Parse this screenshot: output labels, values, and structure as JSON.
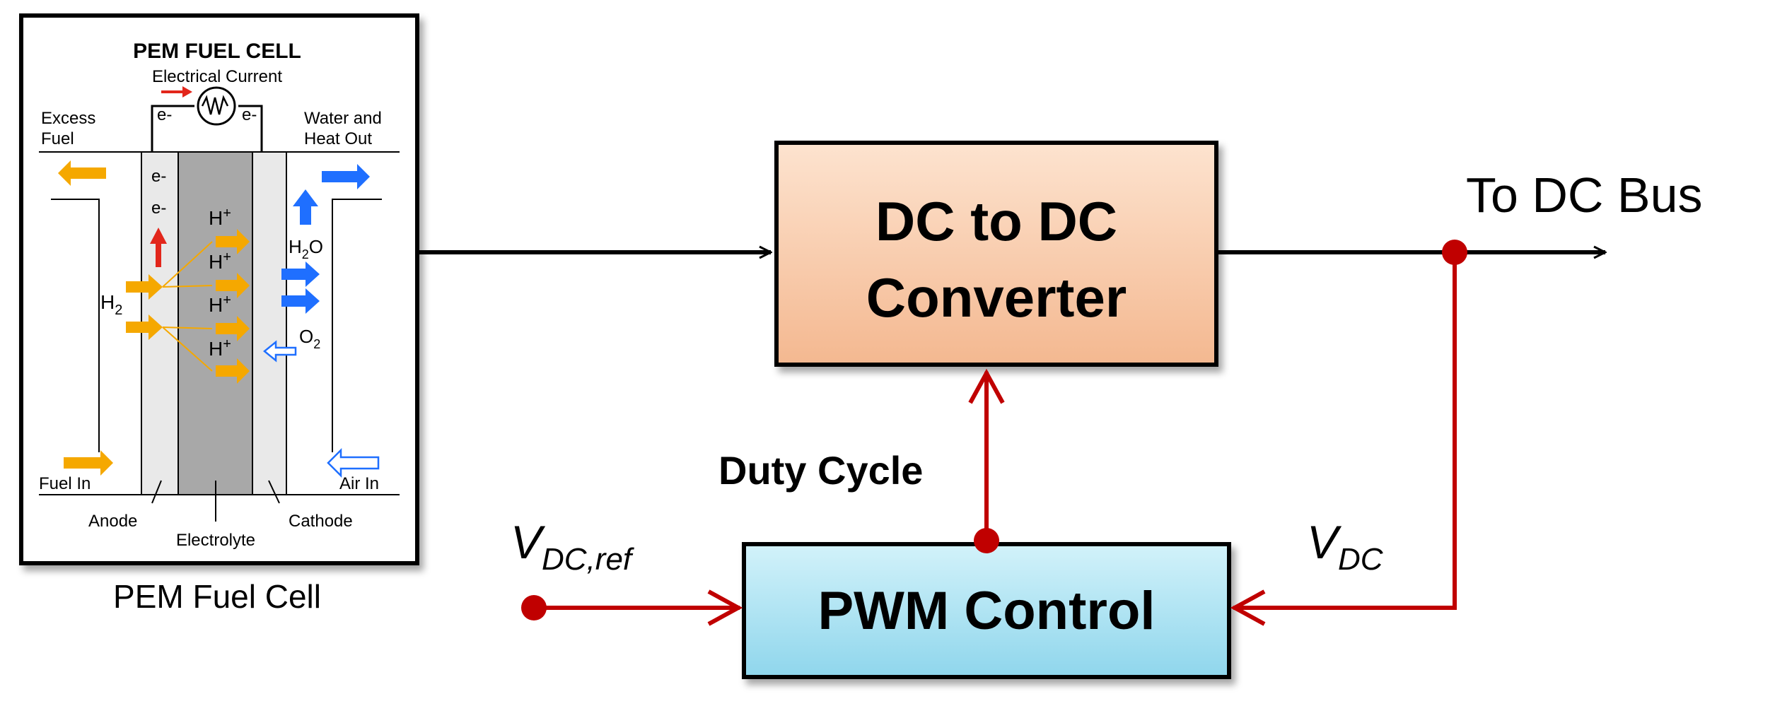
{
  "fuel_cell": {
    "title": "PEM FUEL CELL",
    "current_label": "Electrical Current",
    "electron": "e-",
    "excess_fuel_1": "Excess",
    "excess_fuel_2": "Fuel",
    "water_heat_1": "Water and",
    "water_heat_2": "Heat Out",
    "hydrogen": "H",
    "hydrogen_sub": "2",
    "proton": "H",
    "proton_sup": "+",
    "water": "H",
    "water_sub": "2",
    "water_o": "O",
    "oxygen": "O",
    "oxygen_sub": "2",
    "fuel_in": "Fuel In",
    "air_in": "Air In",
    "anode": "Anode",
    "electrolyte": "Electrolyte",
    "cathode": "Cathode",
    "caption": "PEM Fuel Cell"
  },
  "converter": {
    "line1": "DC to DC",
    "line2": "Converter"
  },
  "pwm": {
    "label": "PWM Control"
  },
  "duty_cycle": "Duty Cycle",
  "bus_label": "To DC Bus",
  "vref": {
    "main": "V",
    "sub": "DC,ref"
  },
  "vdc": {
    "main": "V",
    "sub": "DC"
  },
  "colors": {
    "signal_red": "#c00000",
    "converter_fill": "#f9c9a8",
    "pwm_fill": "#a6e1f0",
    "hydrogen_orange": "#f5a800",
    "oxygen_blue": "#1f6fff",
    "electrolyte_gray": "#a8a8a8"
  }
}
